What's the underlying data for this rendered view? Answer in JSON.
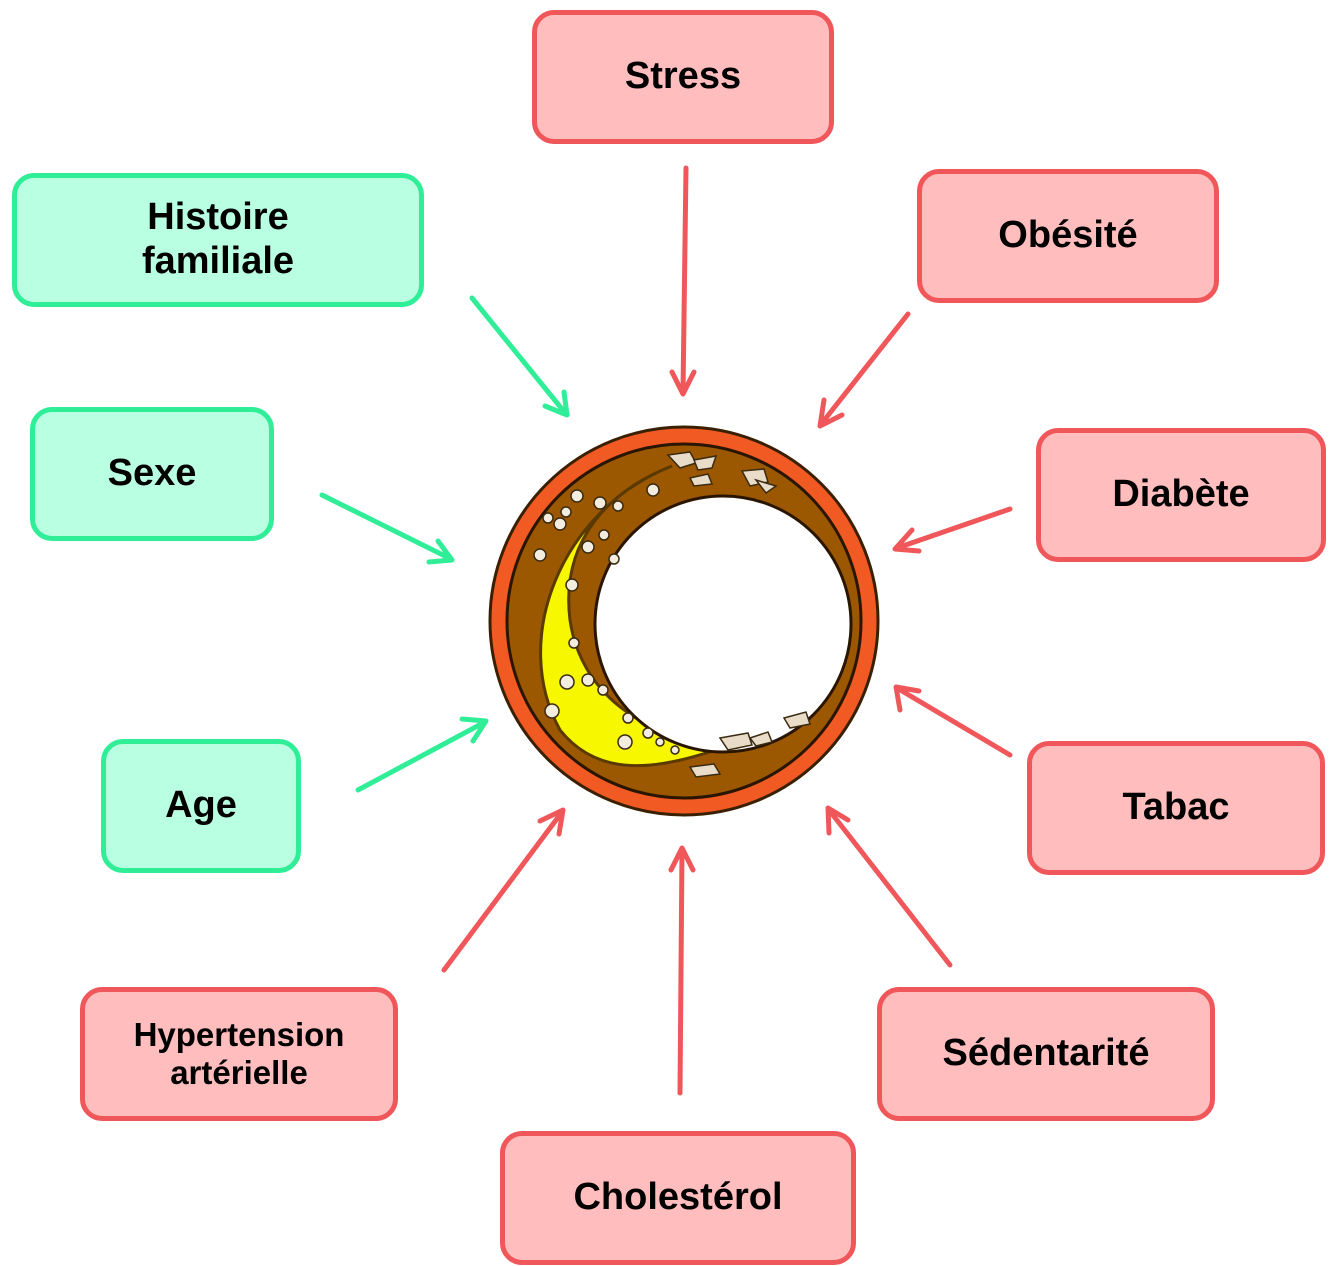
{
  "colors": {
    "modifiable_fill": "#ffbdbe",
    "modifiable_border": "#f0575a",
    "nonmodifiable_fill": "#b9ffe2",
    "nonmodifiable_border": "#2fee97",
    "artery_outer": "#f15a22",
    "artery_wall": "#9c5800",
    "plaque": "#f7f700"
  },
  "factors": {
    "stress": "Stress",
    "obesite": "Obésité",
    "diabete": "Diabète",
    "tabac": "Tabac",
    "sedentarite": "Sédentarité",
    "cholesterol": "Cholestérol",
    "hypertension_l1": "Hypertension",
    "hypertension_l2": "artérielle",
    "age": "Age",
    "sexe": "Sexe",
    "histoire_l1": "Histoire",
    "histoire_l2": "familiale"
  }
}
